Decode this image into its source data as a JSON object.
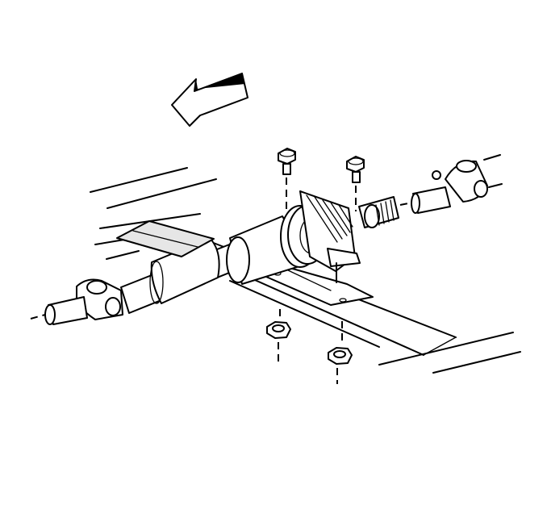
{
  "figure": {
    "kind": "line-art exploded view",
    "parts": [
      "direction-arrow",
      "frame-rail",
      "front-propeller-shaft",
      "center-bearing",
      "bearing-bracket",
      "crossmember-plate",
      "rear-propeller-shaft",
      "bolt",
      "nut"
    ],
    "colors": {
      "line": "#000000",
      "background": "#ffffff",
      "shade": "#e6e6e6"
    }
  }
}
